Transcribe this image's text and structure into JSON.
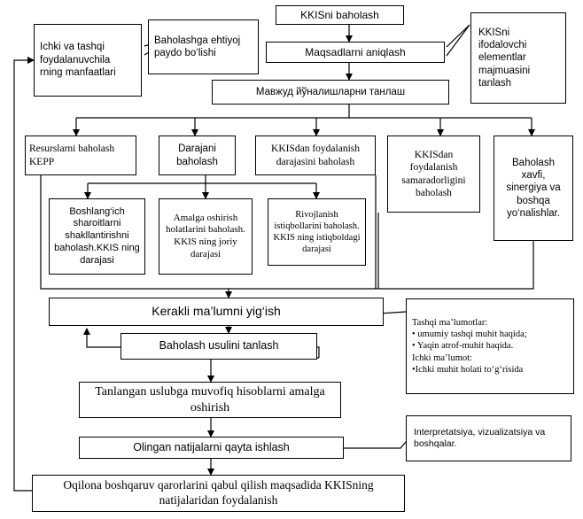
{
  "nodes": {
    "kkisni_baholash": "KKISni baholash",
    "ichki_tashqi": "Ichki va tashqi foydalanuvchila rning manfaatlari",
    "ehtiyoj": "Baholashga ehtiyoj paydo bo‘lishi",
    "maqsadlar": "Maqsadlarni aniqlash",
    "elementlar": "KKISni ifodalovchi elementlar majmuasini tanlash",
    "mavjud": "Мавжуд йўналишларни танлаш",
    "resurslar": "Resurslarni baholash KEPP",
    "darajani": "Darajani baholash",
    "foydalanish_darajasi": "KKISdan foydalanish darajasini baholash",
    "samaradorlik": "KKISdan foydalanish samaradorligini baholash",
    "xavf": "Baholash xavfi, sinergiya va boshqa yo‘nalishlar.",
    "boshlangich": "Boshlang‘ich sharoitlarni shakllantirishni baholash.KKIS ning darajasi",
    "amalga": "Amalga oshirish holatlarini baholash. KKIS ning joriy darajasi",
    "rivojlanish": "Rivojlanish istiqbollarini baholash. KKIS ning istiqboldagi darajasi",
    "kerakli": "Kerakli ma’lumni yig‘ish",
    "usul": "Baholash usulini tanlash",
    "tanlangan": "Tanlangan uslubga muvofiq hisoblarni amalga oshirish",
    "natijalar": "Olingan natijalarni qayta ishlash",
    "oqilona": "Oqilona boshqaruv qarorlarini qabul qilish maqsadida  KKISning natijalaridan foydalanish"
  },
  "notes": {
    "info": {
      "line1": "Tashqi ma’lumotlar:",
      "line2": "• umumiy tashqi muhit haqida;",
      "line3": "• Yaqin atrof-muhit haqida.",
      "line4": "Ichki ma’lumot:",
      "line5": "•Ichki muhit holati to‘g‘risida"
    },
    "interpretatsiya": "Interpretatsiya, vizualizatsiya  va boshqalar."
  }
}
